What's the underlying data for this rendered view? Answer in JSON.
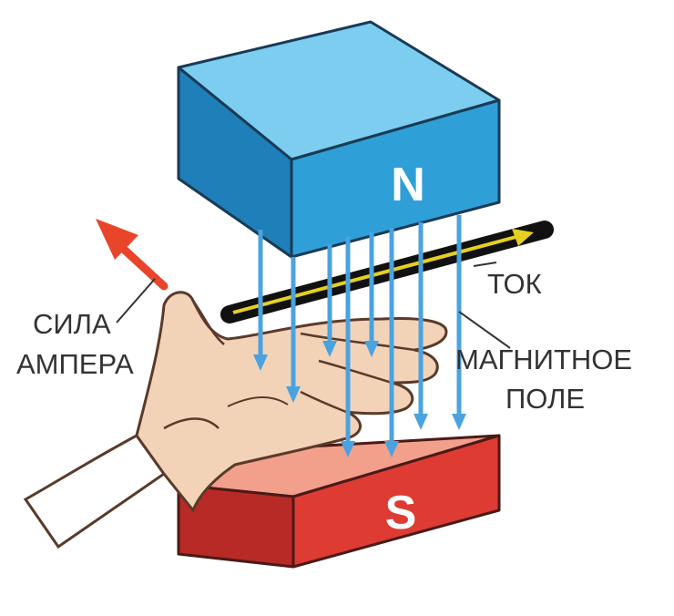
{
  "magnets": {
    "north": {
      "label": "N",
      "front": "#2f9fd8",
      "top": "#7ccdf0",
      "side": "#1f7fb8",
      "stroke": "#1a3a55"
    },
    "south": {
      "label": "S",
      "front": "#de3b33",
      "top": "#f2a08c",
      "side": "#b82a25",
      "stroke": "#4a1a18"
    }
  },
  "labels": {
    "current": "ТОК",
    "field_line1": "МАГНИТНОЕ",
    "field_line2": "ПОЛЕ",
    "force_line1": "СИЛА",
    "force_line2": "АМПЕРА"
  },
  "colors": {
    "field_arrow": "#4aa3e0",
    "force_arrow": "#e8452b",
    "wire": "#111111",
    "wire_current": "#e5d021",
    "skin": "#f3d3b8",
    "skin_outline": "#5a3a2a"
  },
  "icons": {
    "force": "red-arrow-icon",
    "current": "yellow-arrow-icon",
    "field": "downward-arrow-icon"
  }
}
